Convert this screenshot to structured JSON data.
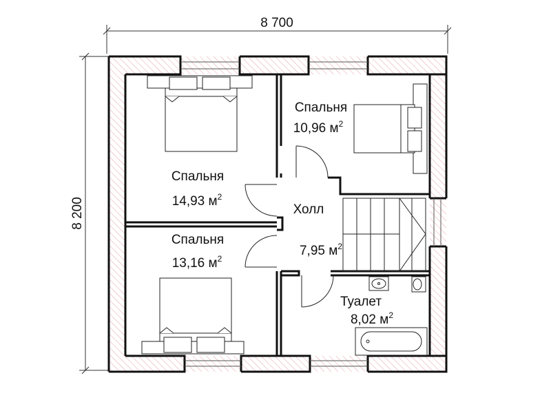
{
  "dimensions": {
    "width": "8 700",
    "height": "8 200"
  },
  "rooms": {
    "bedroom_top_left": {
      "name": "Спальня",
      "area": "14,93 м",
      "sup": "2"
    },
    "bedroom_top_right": {
      "name": "Спальня",
      "area": "10,96 м",
      "sup": "2"
    },
    "bedroom_bottom_left": {
      "name": "Спальня",
      "area": "13,16 м",
      "sup": "2"
    },
    "hall": {
      "name": "Холл",
      "area": "7,95 м",
      "sup": "2"
    },
    "toilet": {
      "name": "Туалет",
      "area": "8,02 м",
      "sup": "2"
    }
  },
  "colors": {
    "wall": "#111111",
    "hatch": "#e8a0a8",
    "line": "#222222"
  }
}
